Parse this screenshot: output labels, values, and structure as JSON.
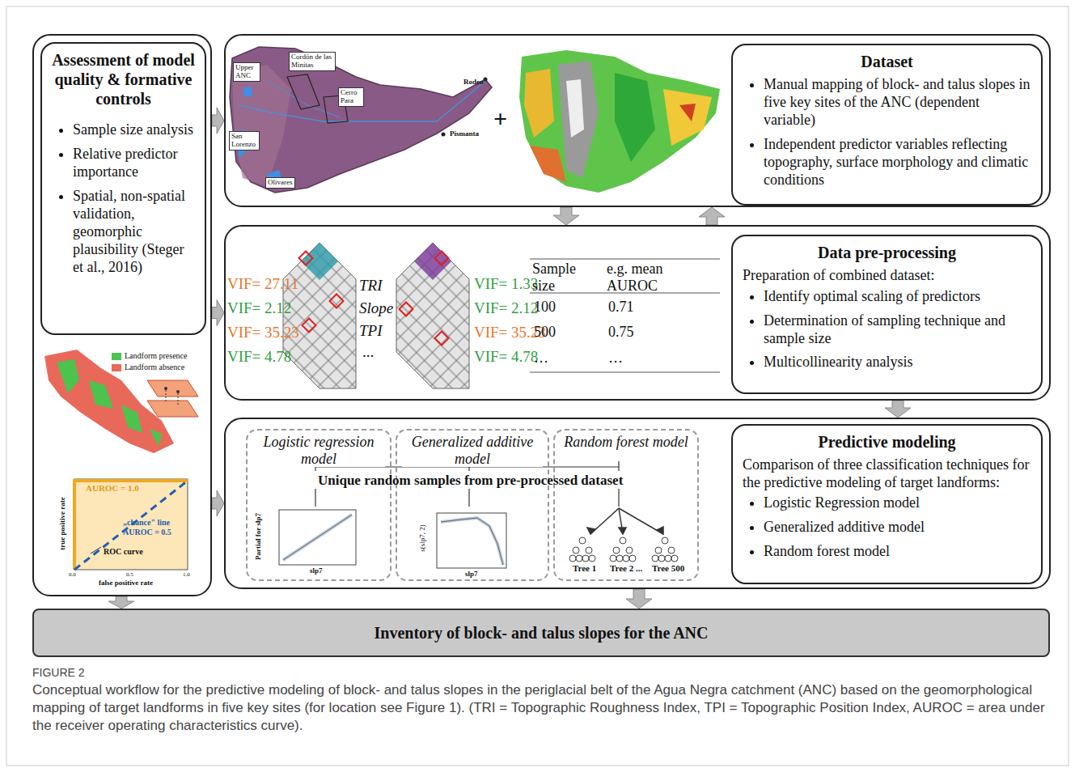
{
  "diagram": {
    "caption": "Conceptual workflow for the predictive modeling of block- and talus slopes in the periglacial belt of the Agua Negra catchment (ANC) based on the geomorphological mapping of target landforms in five key sites (for location see Figure 1). (TRI = Topographic Roughness Index, TPI = Topographic Position Index, AUROC = area under the receiver operating characteristics curve).",
    "title": "FIGURE 2",
    "nodes": [
      {
        "text": []
      },
      {
        "text": [
          "Assessment of model quality & formative controls",
          "Sample size analysis",
          "Relative predictor importance",
          "Spatial, non-spatial validation, geomorphic plausibility (Steger et al., 2016)"
        ],
        "in": 0
      },
      {
        "text": []
      },
      {
        "text": [
          "Dataset",
          "Manual mapping of block- and talus slopes in five key sites of the ANC (dependent variable)",
          "Independent predictor variables reflecting topography, surface morphology and climatic conditions"
        ],
        "in": 2
      },
      {
        "text": []
      },
      {
        "text": [
          "Data pre-processing",
          "Preparation of combined dataset:",
          "Identify optimal scaling of predictors",
          "Determination of sampling technique and sample size",
          "Multicollinearity analysis"
        ],
        "in": 4
      },
      {
        "text": []
      },
      {
        "text": [
          "Logistic regression model"
        ],
        "in": 6
      },
      {
        "text": [
          "Generalized additive model"
        ],
        "in": 6
      },
      {
        "text": [
          "Random forest model"
        ],
        "in": 6
      },
      {
        "text": [
          "Predictive modeling",
          "Comparison of three classification techniques for the predictive modeling of target landforms:",
          "Logistic Regression model",
          "Generalized additive model",
          "Random forest model"
        ],
        "in": 6
      },
      {
        "text": [
          "Inventory of block- and talus slopes for the ANC"
        ]
      }
    ],
    "edges": [
      {
        "from": 0,
        "to": 2,
        "arrow": "to"
      },
      {
        "from": 0,
        "to": 4,
        "arrow": "to"
      },
      {
        "from": 0,
        "to": 6,
        "arrow": "to"
      },
      {
        "from": 2,
        "to": 4,
        "arrow": "to"
      },
      {
        "from": 4,
        "to": 2,
        "arrow": "to"
      },
      {
        "from": 4,
        "to": 6,
        "arrow": "to"
      },
      {
        "from": 0,
        "to": 11,
        "arrow": "to"
      },
      {
        "from": 6,
        "to": 11,
        "arrow": "to"
      }
    ],
    "labels": [
      "Upper ANC",
      "Cordón de las Minitas",
      "Cerro Para",
      "San Lorenzo",
      "Olivares",
      "Rodeo",
      "Pismanta",
      "+",
      "VIF= 27.11",
      "VIF= 2.12",
      "VIF= 35.23",
      "VIF= 4.78",
      "TRI",
      "Slope",
      "TPI",
      "...",
      "VIF= 1.33",
      "VIF= 2.12",
      "VIF= 35.23",
      "VIF= 4.78",
      "Sample size",
      "e.g. mean AUROC",
      "100",
      "0.71",
      "500",
      "0.75",
      "…",
      "…",
      "Unique random samples from pre-processed dataset",
      "Partial for slp7",
      "slp7",
      "s(slp7, 2)",
      "slp7",
      "Tree 1",
      "Tree 2",
      "...",
      "Tree 500",
      "AUROC = 1.0",
      "„chance\" line AUROC = 0.5",
      "ROC curve",
      "true positive rate",
      "false positive rate",
      "0.0",
      "0.5",
      "1.0"
    ],
    "legend": [
      {
        "text": "Landform presence",
        "color": "#4cc34f"
      },
      {
        "text": "Landform absence",
        "color": "#e8695a"
      }
    ]
  }
}
